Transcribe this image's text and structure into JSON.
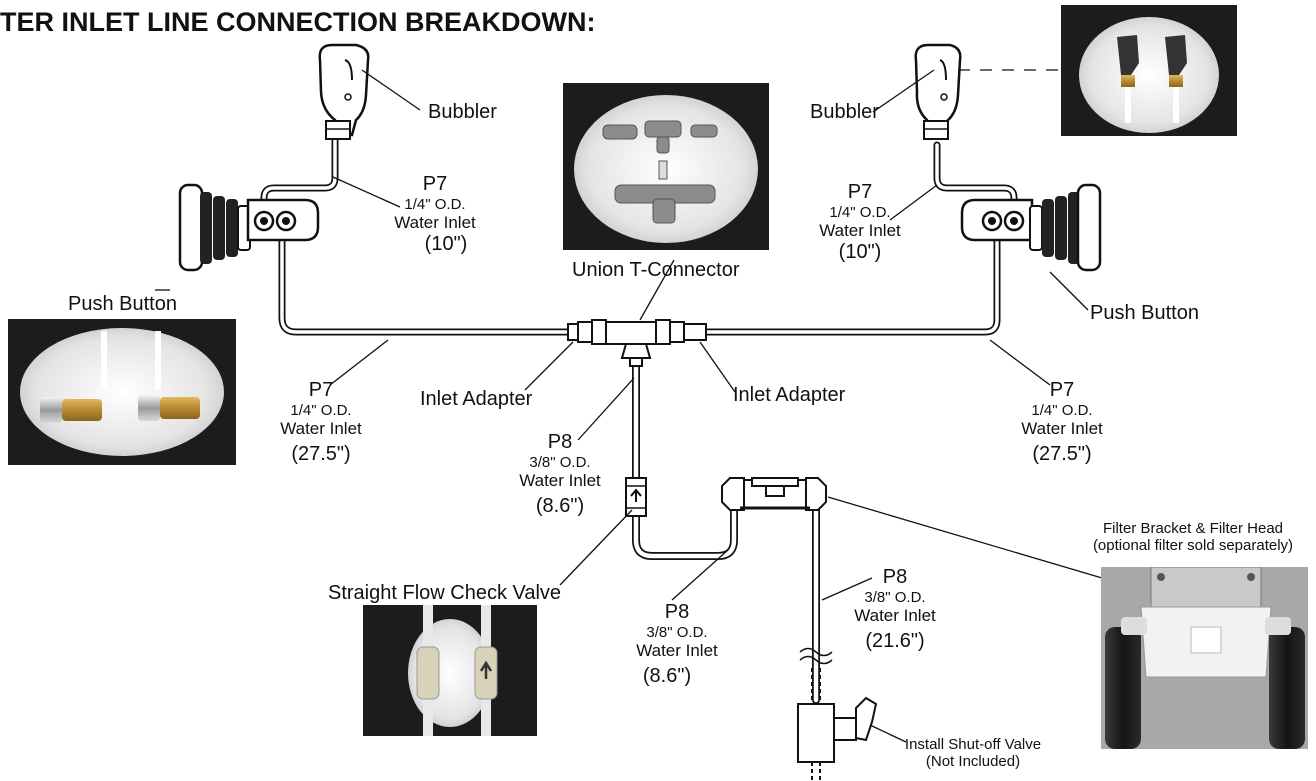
{
  "title": "TER INLET LINE CONNECTION BREAKDOWN:",
  "labels": {
    "bubbler_left": "Bubbler",
    "bubbler_right": "Bubbler",
    "union_t": "Union T-Connector",
    "push_button_left": "Push Button",
    "push_button_right": "Push Button",
    "inlet_adapter_left": "Inlet Adapter",
    "inlet_adapter_right": "Inlet Adapter",
    "check_valve": "Straight Flow Check Valve",
    "filter_bracket_1": "Filter Bracket & Filter Head",
    "filter_bracket_2": "(optional filter sold separately)",
    "shutoff_1": "Install Shut-off Valve",
    "shutoff_2": "(Not Included)"
  },
  "pipes": {
    "p7_top_left": {
      "part": "P7",
      "od": "1/4\" O.D.",
      "type": "Water Inlet",
      "length": "(10\")"
    },
    "p7_top_right": {
      "part": "P7",
      "od": "1/4\" O.D.",
      "type": "Water Inlet",
      "length": "(10\")"
    },
    "p7_bottom_left": {
      "part": "P7",
      "od": "1/4\" O.D.",
      "type": "Water Inlet",
      "length": "(27.5\")"
    },
    "p7_bottom_right": {
      "part": "P7",
      "od": "1/4\" O.D.",
      "type": "Water Inlet",
      "length": "(27.5\")"
    },
    "p8_vertical": {
      "part": "P8",
      "od": "3/8\" O.D.",
      "type": "Water Inlet",
      "length": "(8.6\")"
    },
    "p8_lower": {
      "part": "P8",
      "od": "3/8\" O.D.",
      "type": "Water Inlet",
      "length": "(8.6\")"
    },
    "p8_right": {
      "part": "P8",
      "od": "3/8\" O.D.",
      "type": "Water Inlet",
      "length": "(21.6\")"
    }
  }
}
